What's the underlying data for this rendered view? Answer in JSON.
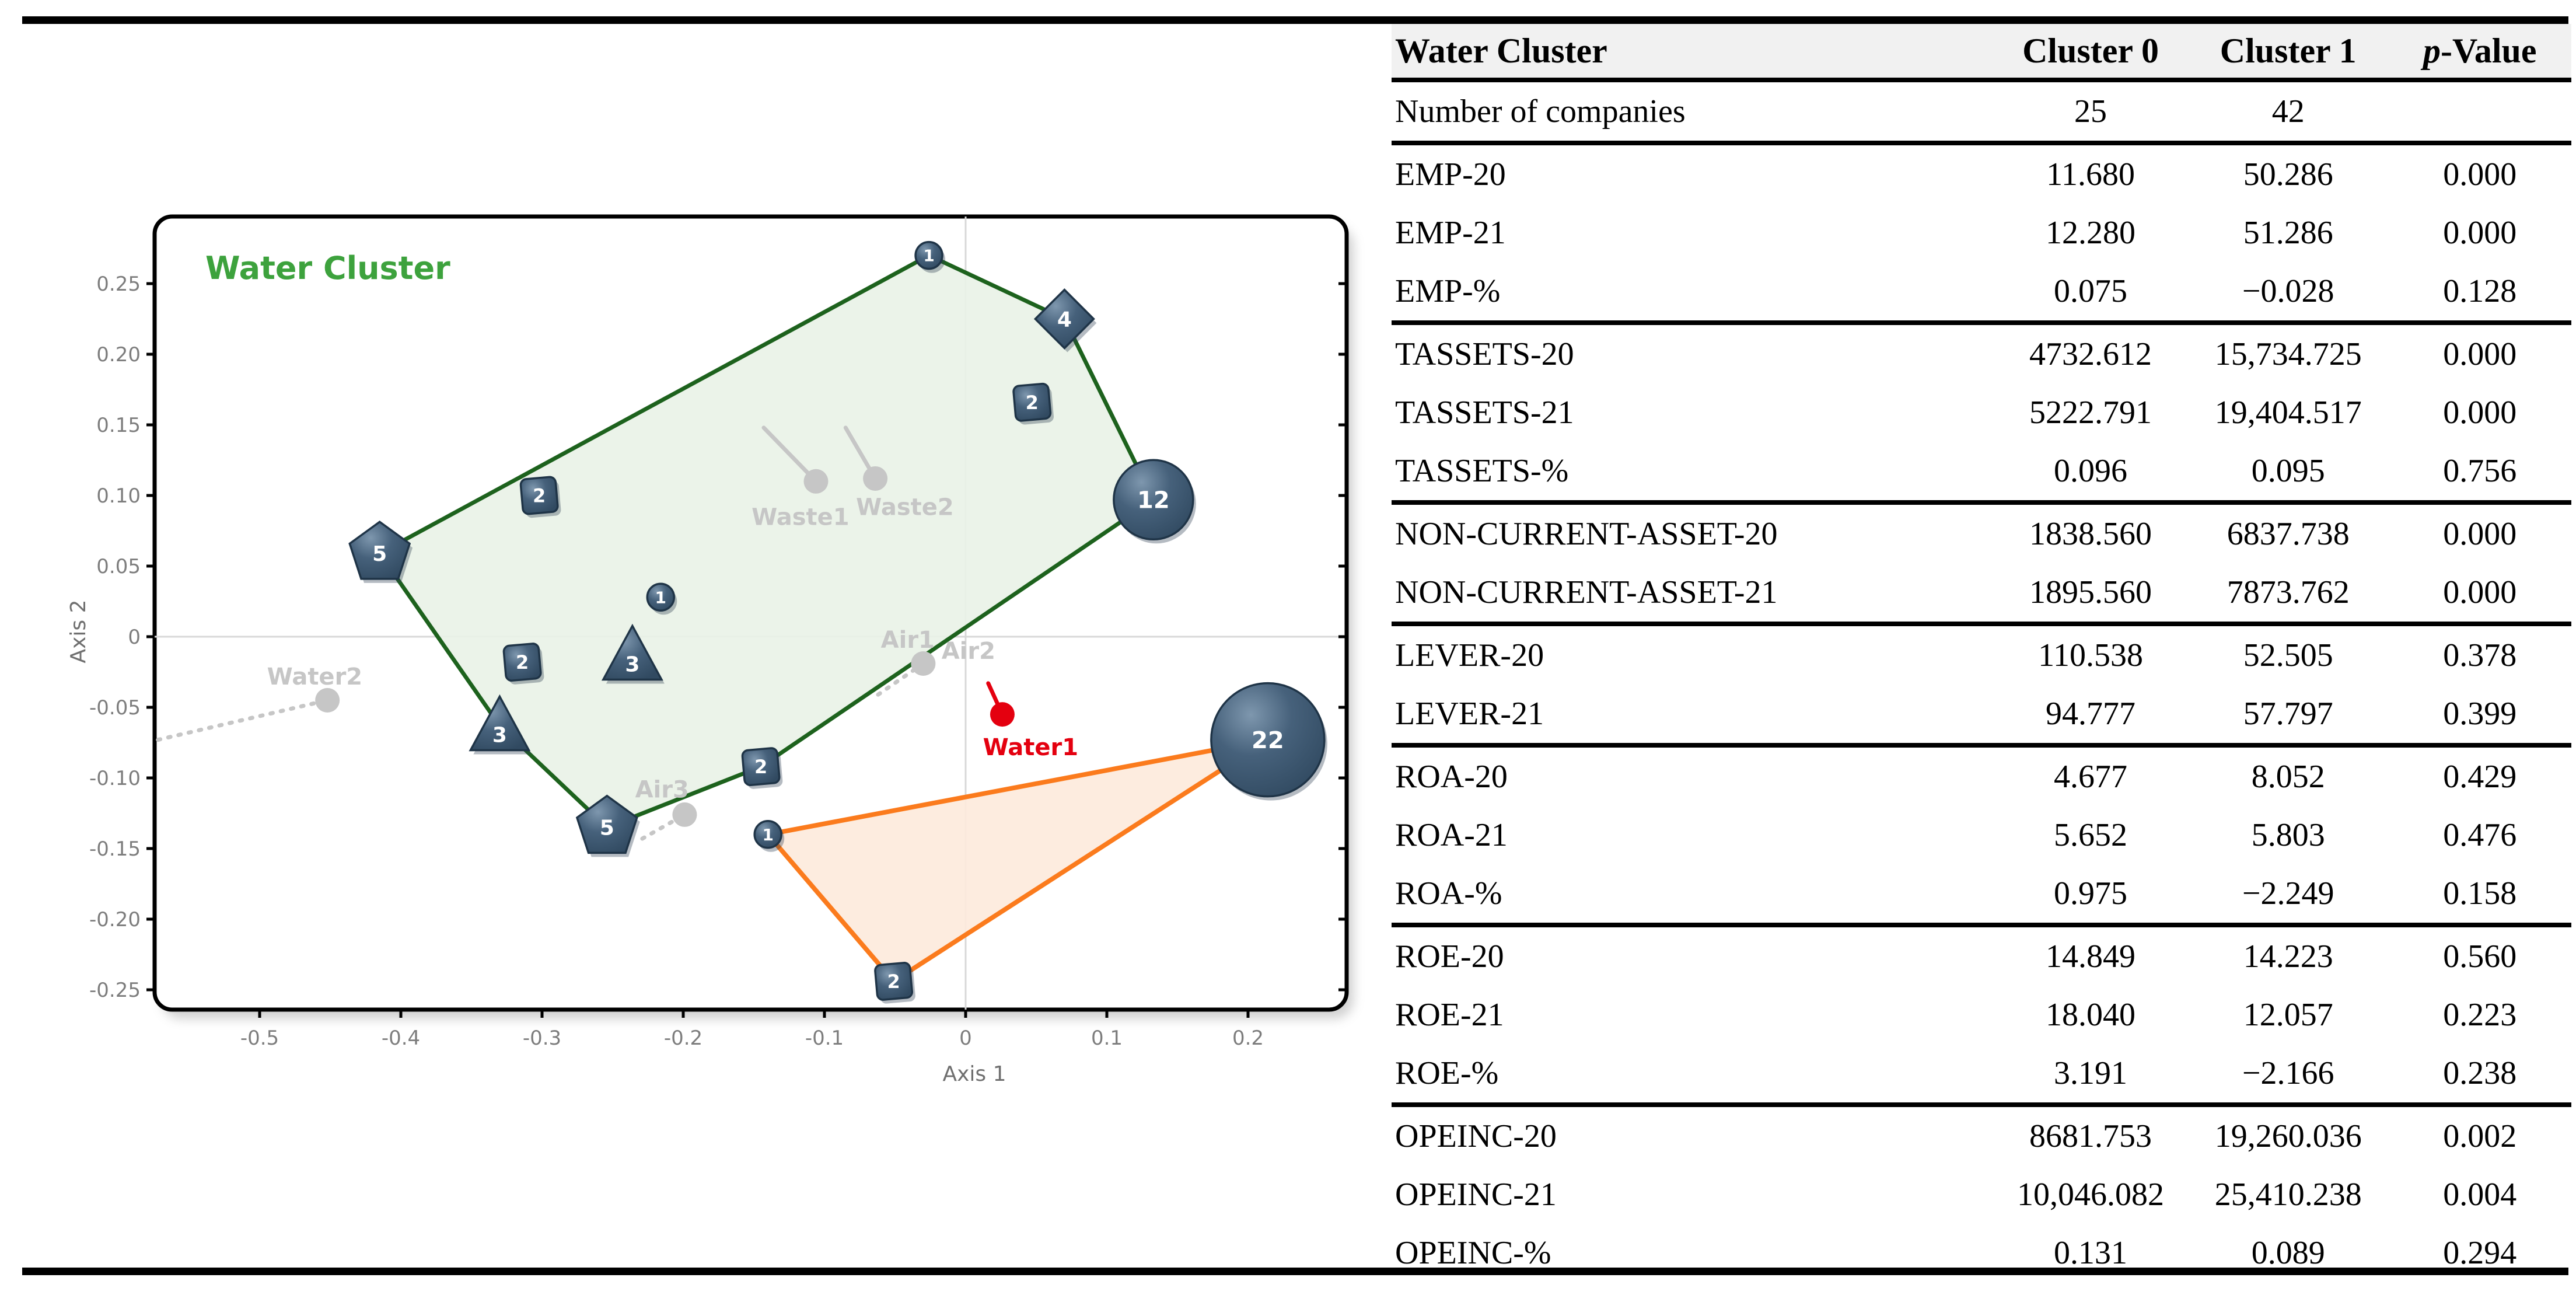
{
  "chart_data": [
    {
      "type": "scatter",
      "title": "Water Cluster",
      "title_color": "#3da23d",
      "xlabel": "Axis 1",
      "ylabel": "Axis 2",
      "xlim": [
        -0.595,
        0.268
      ],
      "ylim": [
        -0.284,
        0.2855
      ],
      "xtick_values": [
        -0.5,
        -0.4,
        -0.3,
        -0.2,
        -0.1,
        0,
        0.1,
        0.2
      ],
      "xtick_labels": [
        "-0.5",
        "-0.4",
        "-0.3",
        "-0.2",
        "-0.1",
        "0",
        "0.1",
        "0.2"
      ],
      "ytick_values": [
        0.25,
        0.2,
        0.15,
        0.1,
        0.05,
        0,
        -0.05,
        -0.1,
        -0.15,
        -0.2,
        -0.25
      ],
      "ytick_labels": [
        "0.25",
        "0.20",
        "0.15",
        "0.10",
        "0.05",
        "0",
        "-0.05",
        "-0.10",
        "-0.15",
        "-0.20",
        "-0.25"
      ],
      "grid_color": "#d8d8d8",
      "tick_label_color": "#7d7d7d",
      "axis_label_color": "#6f6f6f",
      "marker_fill": "#3f5a73",
      "marker_stroke": "#1f3447",
      "marker_text_color": "#ffffff",
      "clusters": [
        {
          "name": "cluster-0",
          "stroke": "#1d621d",
          "fill": "#e9f2e7",
          "hull": [
            [
              -0.026,
              0.27
            ],
            [
              0.07,
              0.225
            ],
            [
              0.133,
              0.097
            ],
            [
              -0.145,
              -0.092
            ],
            [
              -0.254,
              -0.135
            ],
            [
              -0.33,
              -0.063
            ],
            [
              -0.415,
              0.059
            ]
          ],
          "points": [
            {
              "shape": "circle",
              "n": "1",
              "x": -0.026,
              "y": 0.27,
              "r": 23
            },
            {
              "shape": "diamond",
              "n": "4",
              "x": 0.07,
              "y": 0.225,
              "r": 50
            },
            {
              "shape": "square",
              "n": "2",
              "x": 0.047,
              "y": 0.166,
              "r": 30
            },
            {
              "shape": "circle",
              "n": "12",
              "x": 0.133,
              "y": 0.097,
              "r": 68
            },
            {
              "shape": "square",
              "n": "2",
              "x": -0.302,
              "y": 0.1,
              "r": 30
            },
            {
              "shape": "pentagon",
              "n": "5",
              "x": -0.415,
              "y": 0.059,
              "r": 54
            },
            {
              "shape": "circle",
              "n": "1",
              "x": -0.216,
              "y": 0.028,
              "r": 23
            },
            {
              "shape": "triangle",
              "n": "3",
              "x": -0.236,
              "y": -0.013,
              "r": 50
            },
            {
              "shape": "square",
              "n": "2",
              "x": -0.314,
              "y": -0.018,
              "r": 30
            },
            {
              "shape": "triangle",
              "n": "3",
              "x": -0.33,
              "y": -0.063,
              "r": 50
            },
            {
              "shape": "square",
              "n": "2",
              "x": -0.145,
              "y": -0.092,
              "r": 30
            },
            {
              "shape": "pentagon",
              "n": "5",
              "x": -0.254,
              "y": -0.135,
              "r": 54
            }
          ]
        },
        {
          "name": "cluster-1",
          "stroke": "#fb7b1d",
          "fill": "#fdeadc",
          "hull": [
            [
              -0.14,
              -0.14
            ],
            [
              0.214,
              -0.073
            ],
            [
              -0.051,
              -0.244
            ]
          ],
          "points": [
            {
              "shape": "circle",
              "n": "1",
              "x": -0.14,
              "y": -0.14,
              "r": 23
            },
            {
              "shape": "circle",
              "n": "22",
              "x": 0.214,
              "y": -0.073,
              "r": 97
            },
            {
              "shape": "square",
              "n": "2",
              "x": -0.051,
              "y": -0.244,
              "r": 30
            }
          ]
        }
      ],
      "loadings": [
        {
          "label": "Waste1",
          "dot": [
            -0.106,
            0.11
          ],
          "from": [
            -0.143,
            0.148
          ],
          "label_at": [
            -0.117,
            0.085
          ],
          "color": "#c6c6c6",
          "dashed": false
        },
        {
          "label": "Waste2",
          "dot": [
            -0.064,
            0.112
          ],
          "from": [
            -0.085,
            0.148
          ],
          "label_at": [
            -0.043,
            0.092
          ],
          "color": "#c6c6c6",
          "dashed": false
        },
        {
          "label": "Air1",
          "dot": [
            -0.03,
            -0.019
          ],
          "from": [
            -0.062,
            -0.041
          ],
          "label_at": [
            -0.041,
            -0.002
          ],
          "color": "#c6c6c6",
          "dashed": true
        },
        {
          "label": "Air2",
          "dot": null,
          "from": null,
          "label_at": [
            0.002,
            -0.01
          ],
          "color": "#c6c6c6",
          "dashed": true
        },
        {
          "label": "Air3",
          "dot": [
            -0.199,
            -0.126
          ],
          "from": [
            -0.229,
            -0.143
          ],
          "label_at": [
            -0.215,
            -0.108
          ],
          "color": "#c6c6c6",
          "dashed": true
        },
        {
          "label": "Water2",
          "dot": [
            -0.452,
            -0.045
          ],
          "from": [
            -0.572,
            -0.073
          ],
          "label_at": [
            -0.461,
            -0.028
          ],
          "color": "#c6c6c6",
          "dashed": true
        },
        {
          "label": "Water1",
          "dot": [
            0.026,
            -0.055
          ],
          "from": [
            0.016,
            -0.033
          ],
          "label_at": [
            0.046,
            -0.078
          ],
          "color": "#e4000f",
          "dashed": false
        }
      ]
    },
    {
      "type": "table",
      "title": "Water Cluster",
      "columns": [
        {
          "label": "Cluster 0"
        },
        {
          "label": "Cluster 1"
        },
        {
          "label": "-Value",
          "italic_prefix": "p"
        }
      ],
      "first_rows": [
        {
          "label": "Number of companies",
          "c0": "25",
          "c1": "42",
          "p": ""
        }
      ],
      "groups": [
        [
          {
            "label": "EMP-20",
            "c0": "11.680",
            "c1": "50.286",
            "p": "0.000"
          },
          {
            "label": "EMP-21",
            "c0": "12.280",
            "c1": "51.286",
            "p": "0.000"
          },
          {
            "label": "EMP-%",
            "c0": "0.075",
            "c1": "−0.028",
            "p": "0.128"
          }
        ],
        [
          {
            "label": "TASSETS-20",
            "c0": "4732.612",
            "c1": "15,734.725",
            "p": "0.000"
          },
          {
            "label": "TASSETS-21",
            "c0": "5222.791",
            "c1": "19,404.517",
            "p": "0.000"
          },
          {
            "label": "TASSETS-%",
            "c0": "0.096",
            "c1": "0.095",
            "p": "0.756"
          }
        ],
        [
          {
            "label": "NON-CURRENT-ASSET-20",
            "c0": "1838.560",
            "c1": "6837.738",
            "p": "0.000"
          },
          {
            "label": "NON-CURRENT-ASSET-21",
            "c0": "1895.560",
            "c1": "7873.762",
            "p": "0.000"
          }
        ],
        [
          {
            "label": "LEVER-20",
            "c0": "110.538",
            "c1": "52.505",
            "p": "0.378"
          },
          {
            "label": "LEVER-21",
            "c0": "94.777",
            "c1": "57.797",
            "p": "0.399"
          }
        ],
        [
          {
            "label": "ROA-20",
            "c0": "4.677",
            "c1": "8.052",
            "p": "0.429"
          },
          {
            "label": "ROA-21",
            "c0": "5.652",
            "c1": "5.803",
            "p": "0.476"
          },
          {
            "label": "ROA-%",
            "c0": "0.975",
            "c1": "−2.249",
            "p": "0.158"
          }
        ],
        [
          {
            "label": "ROE-20",
            "c0": "14.849",
            "c1": "14.223",
            "p": "0.560"
          },
          {
            "label": "ROE-21",
            "c0": "18.040",
            "c1": "12.057",
            "p": "0.223"
          },
          {
            "label": "ROE-%",
            "c0": "3.191",
            "c1": "−2.166",
            "p": "0.238"
          }
        ],
        [
          {
            "label": "OPEINC-20",
            "c0": "8681.753",
            "c1": "19,260.036",
            "p": "0.002"
          },
          {
            "label": "OPEINC-21",
            "c0": "10,046.082",
            "c1": "25,410.238",
            "p": "0.004"
          },
          {
            "label": "OPEINC-%",
            "c0": "0.131",
            "c1": "0.089",
            "p": "0.294"
          }
        ]
      ]
    }
  ]
}
